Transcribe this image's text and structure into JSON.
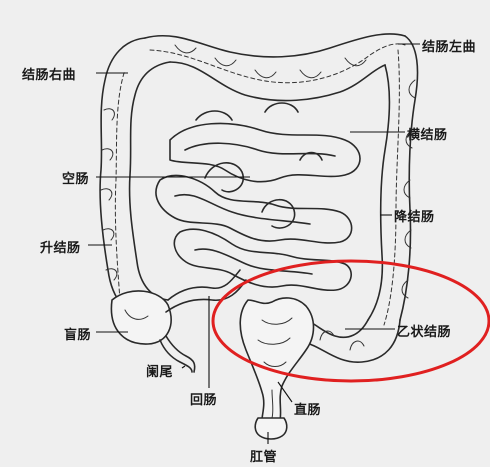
{
  "labels": {
    "right_colic_flexure": "结肠右曲",
    "left_colic_flexure": "结肠左曲",
    "transverse_colon": "横结肠",
    "jejunum": "空肠",
    "descending_colon": "降结肠",
    "ascending_colon": "升结肠",
    "cecum": "盲肠",
    "sigmoid_colon": "乙状结肠",
    "appendix": "阑尾",
    "ileum": "回肠",
    "rectum": "直肠",
    "anal_canal": "肛管"
  },
  "highlight": {
    "shape": "ellipse",
    "color": "#e02020",
    "target": "sigmoid_colon"
  }
}
